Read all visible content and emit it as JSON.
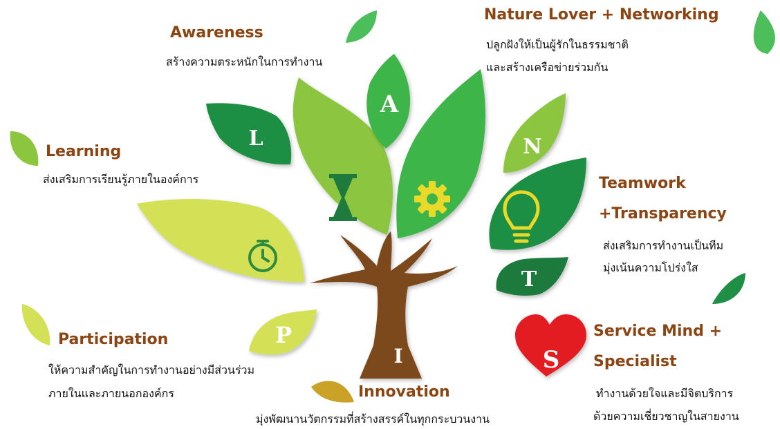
{
  "colors": {
    "heading": "#8B4513",
    "dark_green": "#1F8F45",
    "mid_green": "#3DB54A",
    "light_green": "#8CC63F",
    "yellow_green": "#D4E157",
    "gold": "#C9A227",
    "trunk": "#7B4A1E",
    "heart": "#E31B23"
  },
  "letters": {
    "L": "L",
    "A": "A",
    "N": "N",
    "T": "T",
    "P": "P",
    "I": "I",
    "S": "S"
  },
  "sections": {
    "awareness": {
      "title": "Awareness",
      "desc": "สร้างความตระหนักในการทำงาน"
    },
    "nature": {
      "title": "Nature Lover + Networking",
      "desc1": "ปลูกฝังให้เป็นผู้รักในธรรมชาติ",
      "desc2": "และสร้างเครือข่ายร่วมกัน"
    },
    "learning": {
      "title": "Learning",
      "desc": "ส่งเสริมการเรียนรู้ภายในองค์การ"
    },
    "teamwork": {
      "title1": "Teamwork",
      "title2": "+Transparency",
      "desc1": "ส่งเสริมการทำงานเป็นทีม",
      "desc2": "มุ่งเน้นความโปร่งใส"
    },
    "participation": {
      "title": "Participation",
      "desc1": "ให้ความสำคัญในการทำงานอย่างมีส่วนร่วม",
      "desc2": "ภายในและภายนอกองค์กร"
    },
    "service": {
      "title1": "Service Mind +",
      "title2": "Specialist",
      "desc1": "ทำงานด้วยใจและมีจิตบริการ",
      "desc2": "ด้วยความเชี่ยวชาญในสายงาน"
    },
    "innovation": {
      "title": "Innovation",
      "desc": "มุ่งพัฒนานวัตกรรมที่สร้างสรรค์ในทุกกระบวนงาน"
    }
  }
}
